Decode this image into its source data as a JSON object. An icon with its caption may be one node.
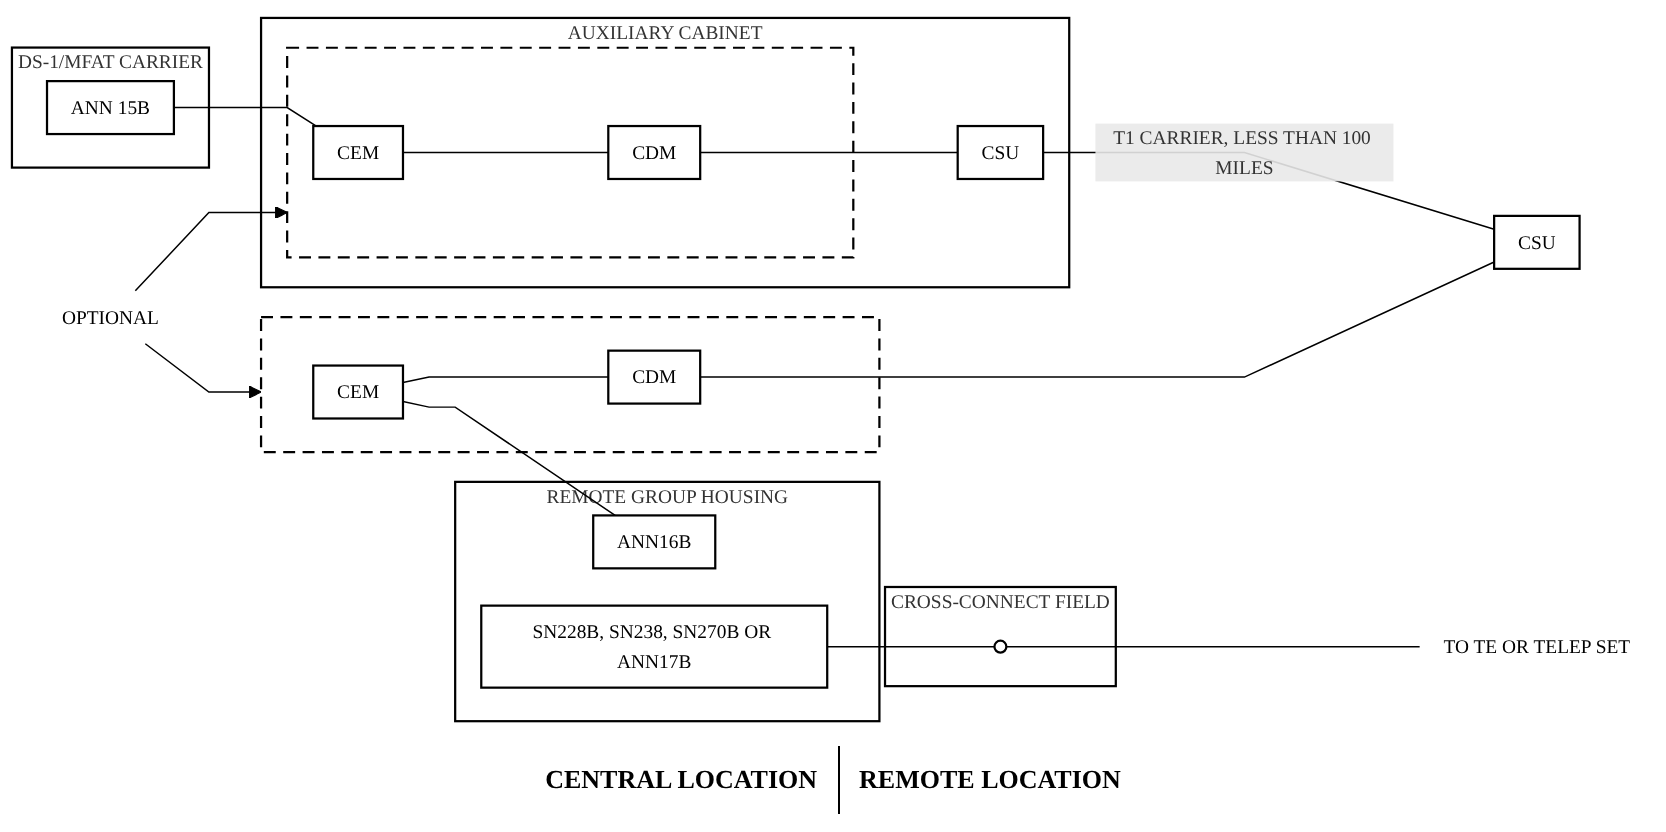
{
  "diagram": {
    "nodes": [
      {
        "text": [
          "DS-1/MFAT CARRIER"
        ]
      },
      {
        "text": [
          "ANN 15B"
        ],
        "in": 0
      },
      {
        "text": [
          "AUXILIARY CABINET"
        ]
      },
      {
        "text": [],
        "shape": "box",
        "in": 2
      },
      {
        "text": [
          "CEM"
        ],
        "in": 3
      },
      {
        "text": [
          "CDM"
        ],
        "in": 3
      },
      {
        "text": [
          "CSU"
        ],
        "in": 2
      },
      {
        "text": [
          "OPTIONAL"
        ]
      },
      {
        "text": [],
        "shape": "box"
      },
      {
        "text": [
          "CEM"
        ],
        "in": 8
      },
      {
        "text": [
          "CDM"
        ],
        "in": 8
      },
      {
        "text": [
          "CSU"
        ]
      },
      {
        "text": [
          "REMOTE GROUP HOUSING"
        ]
      },
      {
        "text": [
          "ANN16B"
        ],
        "in": 12
      },
      {
        "text": [
          "SN228B, SN238, SN270B OR ANN17B"
        ],
        "in": 12
      },
      {
        "text": [
          "CROSS-CONNECT FIELD"
        ]
      },
      {
        "text": [],
        "shape": "circle",
        "in": 15
      },
      {
        "text": [
          "TO TE OR TELEP SET"
        ]
      }
    ],
    "edges": [
      {
        "from": 1,
        "to": 4,
        "arrow": "none"
      },
      {
        "from": 4,
        "to": 5,
        "arrow": "none"
      },
      {
        "from": 5,
        "to": 6,
        "arrow": "none"
      },
      {
        "from": 6,
        "to": 11,
        "arrow": "none",
        "label": "T1 CARRIER, LESS THAN 100 MILES"
      },
      {
        "from": 7,
        "to": 3,
        "arrow": "to"
      },
      {
        "from": 7,
        "to": 8,
        "arrow": "to"
      },
      {
        "from": 9,
        "to": 10,
        "arrow": "none"
      },
      {
        "from": 10,
        "to": 11,
        "arrow": "none"
      },
      {
        "from": 9,
        "to": 13,
        "arrow": "none"
      },
      {
        "from": 14,
        "to": 16,
        "arrow": "none"
      },
      {
        "from": 16,
        "to": 17,
        "arrow": "none"
      }
    ],
    "labels": [
      "CENTRAL LOCATION",
      "REMOTE LOCATION"
    ]
  }
}
